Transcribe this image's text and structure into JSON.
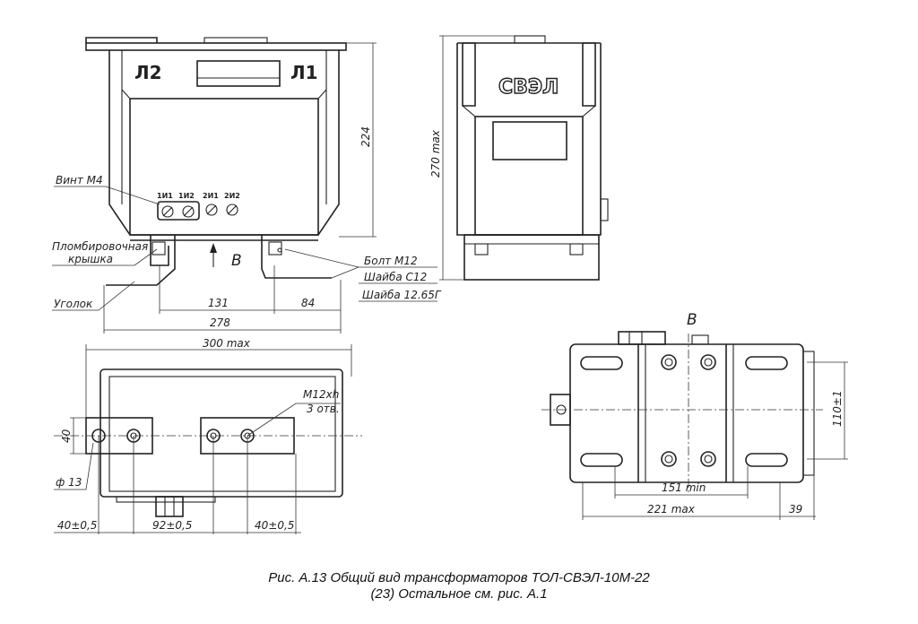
{
  "front_view": {
    "marking_left": "Л2",
    "marking_right": "Л1",
    "terminals": [
      "1И1",
      "1И2",
      "2И1",
      "2И2"
    ],
    "view_arrow_label": "В",
    "callouts": {
      "screw": "Винт М4",
      "seal_cover_line1": "Пломбировочная",
      "seal_cover_line2": "крышка",
      "angle": "Уголок",
      "bolt": "Болт М12",
      "washer1": "Шайба С12",
      "washer2": "Шайба 12.65Г"
    },
    "dimensions": {
      "d131": "131",
      "d84": "84",
      "d278": "278",
      "d224": "224"
    }
  },
  "side_view": {
    "brand": "СВЭЛ",
    "height_dim": "270 max"
  },
  "top_view": {
    "width_dim": "300 max",
    "hole_callout_line1": "М12хh",
    "hole_callout_line2": "3 отв.",
    "d40": "40",
    "phi13": "ф 13",
    "d40a": "40±0,5",
    "d92": "92±0,5",
    "d40b": "40±0,5"
  },
  "view_b": {
    "title": "В",
    "d110": "110±1",
    "d151": "151 min",
    "d221": "221 max",
    "d39": "39"
  },
  "caption": {
    "line1": "Рис. А.13 Общий вид трансформаторов ТОЛ-СВЭЛ-10М-22",
    "line2": "(23) Остальное см. рис. А.1"
  }
}
